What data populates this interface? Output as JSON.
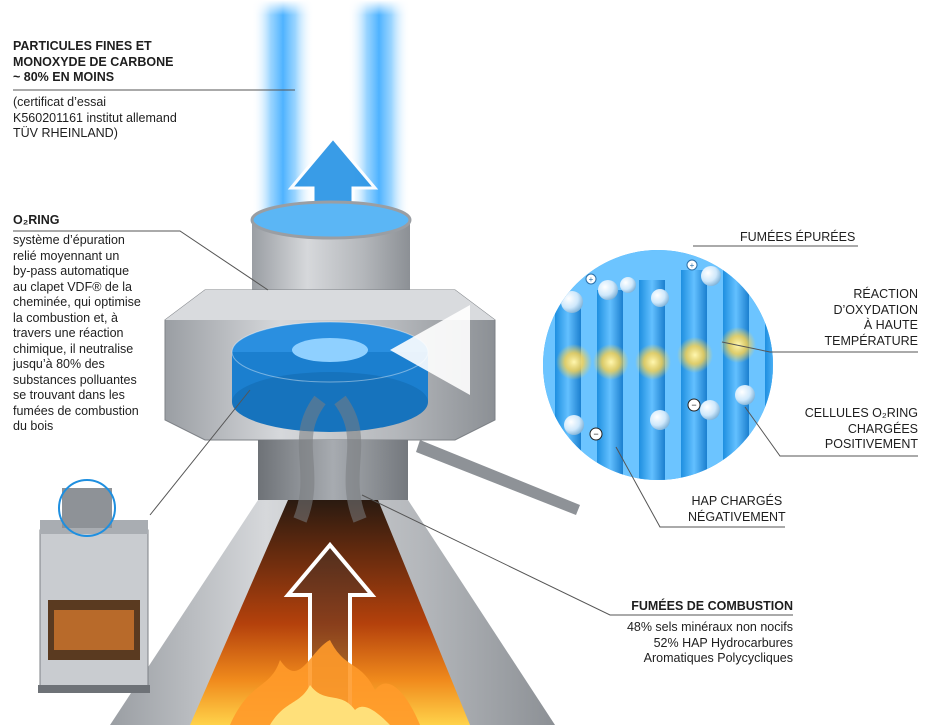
{
  "labels": {
    "particles": {
      "title_lines": [
        "PARTICULES FINES ET",
        "MONOXYDE DE CARBONE",
        "~ 80% EN MOINS"
      ],
      "note_lines": [
        "(certificat d’essai",
        "K560201161 institut allemand",
        "TÜV RHEINLAND)"
      ]
    },
    "o2ring": {
      "title": "O₂RING",
      "body_lines": [
        "système d’épuration",
        "relié moyennant un",
        "by-pass automatique",
        "au clapet VDF® de la",
        "cheminée, qui optimise",
        "la combustion et, à",
        "travers une réaction",
        "chimique, il neutralise",
        "jusqu’à 80% des",
        "substances polluantes",
        "se trouvant dans les",
        "fumées de combustion",
        "du bois"
      ]
    },
    "fumes_purified": "FUMÉES ÉPURÉES",
    "oxidation": [
      "RÉACTION",
      "D’OXYDATION",
      "À HAUTE",
      "TEMPÉRATURE"
    ],
    "cells": [
      "CELLULES O₂RING",
      "CHARGÉES",
      "POSITIVEMENT"
    ],
    "hap": [
      "HAP CHARGÉS",
      "NÉGATIVEMENT"
    ],
    "combustion": {
      "title": "FUMÉES DE COMBUSTION",
      "lines": [
        "48% sels minéraux non nocifs",
        "52% HAP Hydrocarbures",
        "Aromatiques Polycycliques"
      ]
    }
  },
  "colors": {
    "accent_blue": "#1e8fe0",
    "light_blue": "#8fd0ff",
    "steel": "#b9bcc0",
    "fire": "#f08a1c",
    "text": "#1e1e1e",
    "leader": "#555555"
  },
  "icons": [
    "up-arrow-icon",
    "plus-ion-icon",
    "minus-ion-icon",
    "fire-icon",
    "smoke-icon"
  ]
}
